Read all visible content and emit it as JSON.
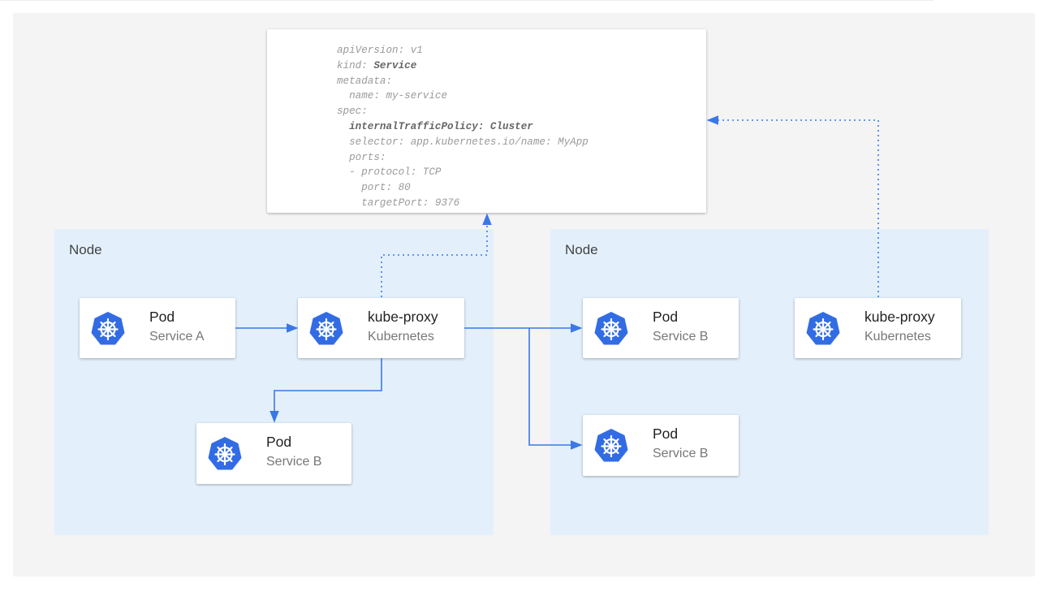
{
  "yaml": {
    "lines": [
      {
        "text": "apiVersion: v1"
      },
      {
        "key": "kind: ",
        "bold": "Service"
      },
      {
        "text": "metadata:"
      },
      {
        "text": "  name: my-service"
      },
      {
        "text": "spec:"
      },
      {
        "bold_full": "  internalTrafficPolicy: Cluster"
      },
      {
        "text": "  selector: app.kubernetes.io/name: MyApp"
      },
      {
        "text": "  ports:"
      },
      {
        "text": "  - protocol: TCP"
      },
      {
        "text": "    port: 80"
      },
      {
        "text": "    targetPort: 9376"
      }
    ]
  },
  "nodes": [
    {
      "label": "Node"
    },
    {
      "label": "Node"
    }
  ],
  "cards": {
    "pod_a": {
      "title": "Pod",
      "subtitle": "Service A"
    },
    "proxy_left": {
      "title": "kube-proxy",
      "subtitle": "Kubernetes"
    },
    "pod_b_left": {
      "title": "Pod",
      "subtitle": "Service B"
    },
    "pod_b_right_1": {
      "title": "Pod",
      "subtitle": "Service B"
    },
    "proxy_right": {
      "title": "kube-proxy",
      "subtitle": "Kubernetes"
    },
    "pod_b_right_2": {
      "title": "Pod",
      "subtitle": "Service B"
    }
  },
  "icon": "kubernetes-helm-icon",
  "colors": {
    "accent": "#326ce5",
    "arrow": "#3b78e7",
    "node_bg": "#e3f0fc",
    "canvas": "#f4f4f4"
  }
}
